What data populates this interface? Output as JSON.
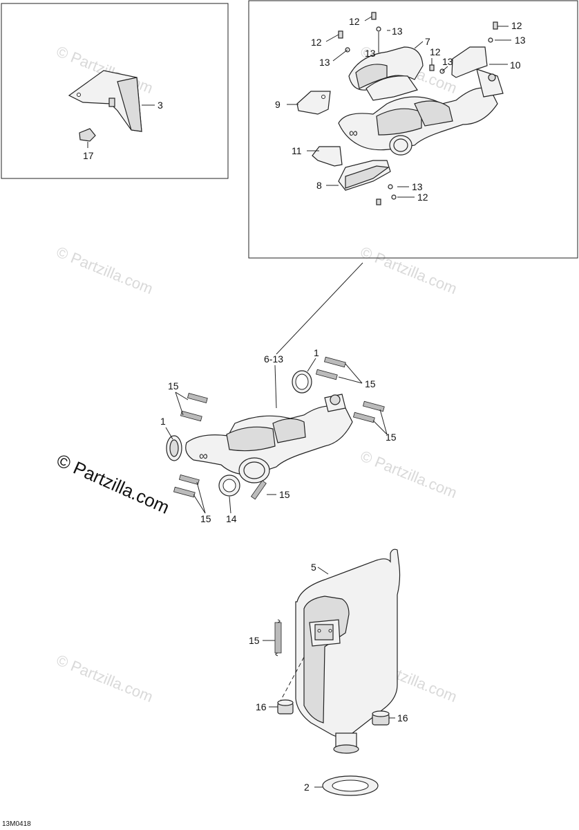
{
  "drawing_code": "13M0418",
  "watermark": {
    "large": "© Partzilla.com",
    "small": "© Partzilla.com"
  },
  "callouts": {
    "c1a": "1",
    "c1b": "1",
    "c2": "2",
    "c3": "3",
    "c5": "5",
    "c613": "6-13",
    "c7": "7",
    "c8": "8",
    "c9": "9",
    "c10": "10",
    "c11": "11",
    "c12a": "12",
    "c12b": "12",
    "c12c": "12",
    "c12d": "12",
    "c12e": "12",
    "c13a": "13",
    "c13b": "13",
    "c13c": "13",
    "c13d": "13",
    "c13e": "13",
    "c13f": "13",
    "c14": "14",
    "c15a": "15",
    "c15b": "15",
    "c15c": "15",
    "c15d": "15",
    "c15e": "15",
    "c15f": "15",
    "c16a": "16",
    "c16b": "16",
    "c17": "17"
  }
}
